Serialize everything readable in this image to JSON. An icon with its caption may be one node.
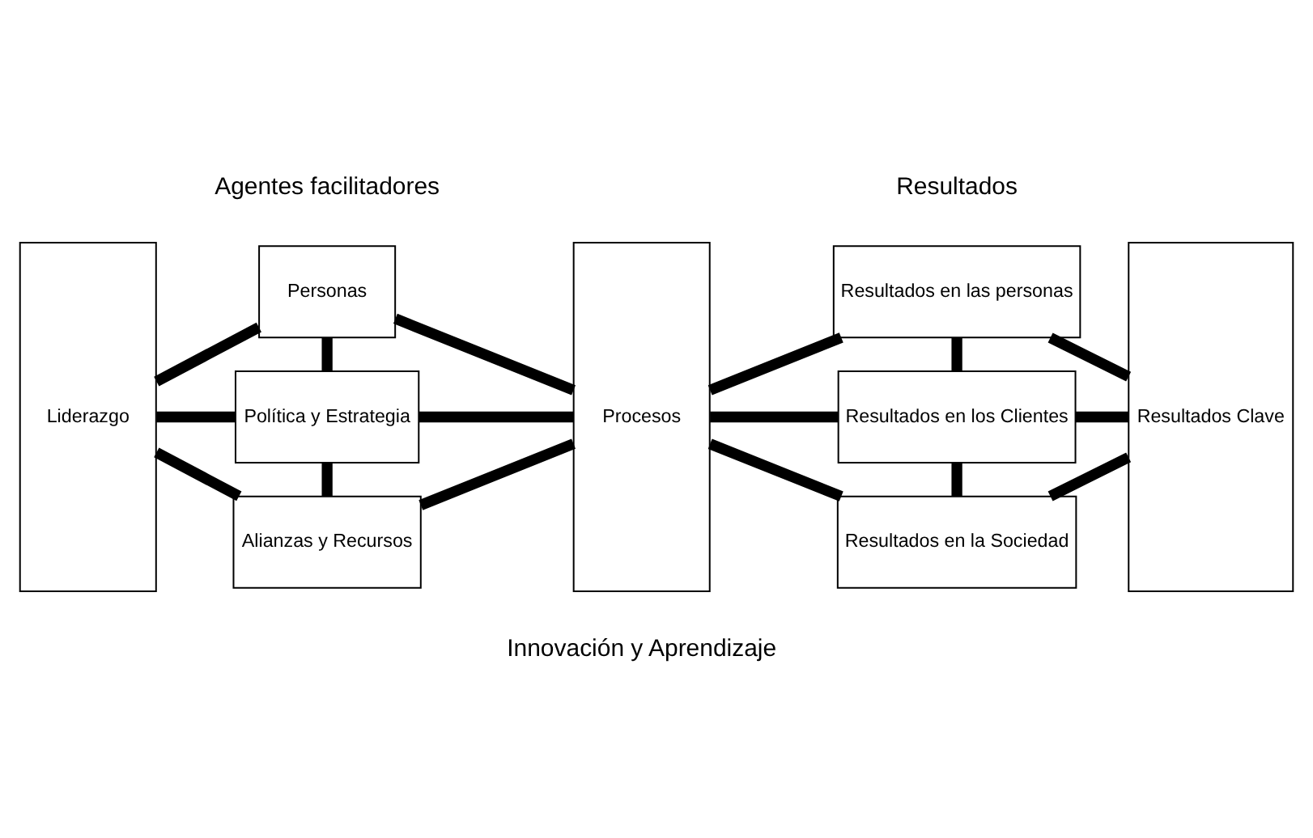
{
  "diagram": {
    "nodes": [
      {
        "text": [
          "Liderazgo"
        ]
      },
      {
        "text": [
          "Personas"
        ]
      },
      {
        "text": [
          "Política y Estrategia"
        ]
      },
      {
        "text": [
          "Alianzas y Recursos"
        ]
      },
      {
        "text": [
          "Procesos"
        ]
      },
      {
        "text": [
          "Resultados en las personas"
        ]
      },
      {
        "text": [
          "Resultados en los Clientes"
        ]
      },
      {
        "text": [
          "Resultados en la Sociedad"
        ]
      },
      {
        "text": [
          "Resultados Clave"
        ]
      }
    ],
    "edges": [
      {
        "from": 0,
        "to": 1,
        "arrow": "none"
      },
      {
        "from": 0,
        "to": 2,
        "arrow": "none"
      },
      {
        "from": 0,
        "to": 3,
        "arrow": "none"
      },
      {
        "from": 1,
        "to": 2,
        "arrow": "none"
      },
      {
        "from": 2,
        "to": 3,
        "arrow": "none"
      },
      {
        "from": 1,
        "to": 4,
        "arrow": "none"
      },
      {
        "from": 2,
        "to": 4,
        "arrow": "none"
      },
      {
        "from": 3,
        "to": 4,
        "arrow": "none"
      },
      {
        "from": 4,
        "to": 5,
        "arrow": "none"
      },
      {
        "from": 4,
        "to": 6,
        "arrow": "none"
      },
      {
        "from": 4,
        "to": 7,
        "arrow": "none"
      },
      {
        "from": 5,
        "to": 6,
        "arrow": "none"
      },
      {
        "from": 6,
        "to": 7,
        "arrow": "none"
      },
      {
        "from": 5,
        "to": 8,
        "arrow": "none"
      },
      {
        "from": 6,
        "to": 8,
        "arrow": "none"
      },
      {
        "from": 7,
        "to": 8,
        "arrow": "none"
      }
    ],
    "labels": [
      "Agentes facilitadores",
      "Resultados",
      "Innovación y Aprendizaje"
    ]
  }
}
